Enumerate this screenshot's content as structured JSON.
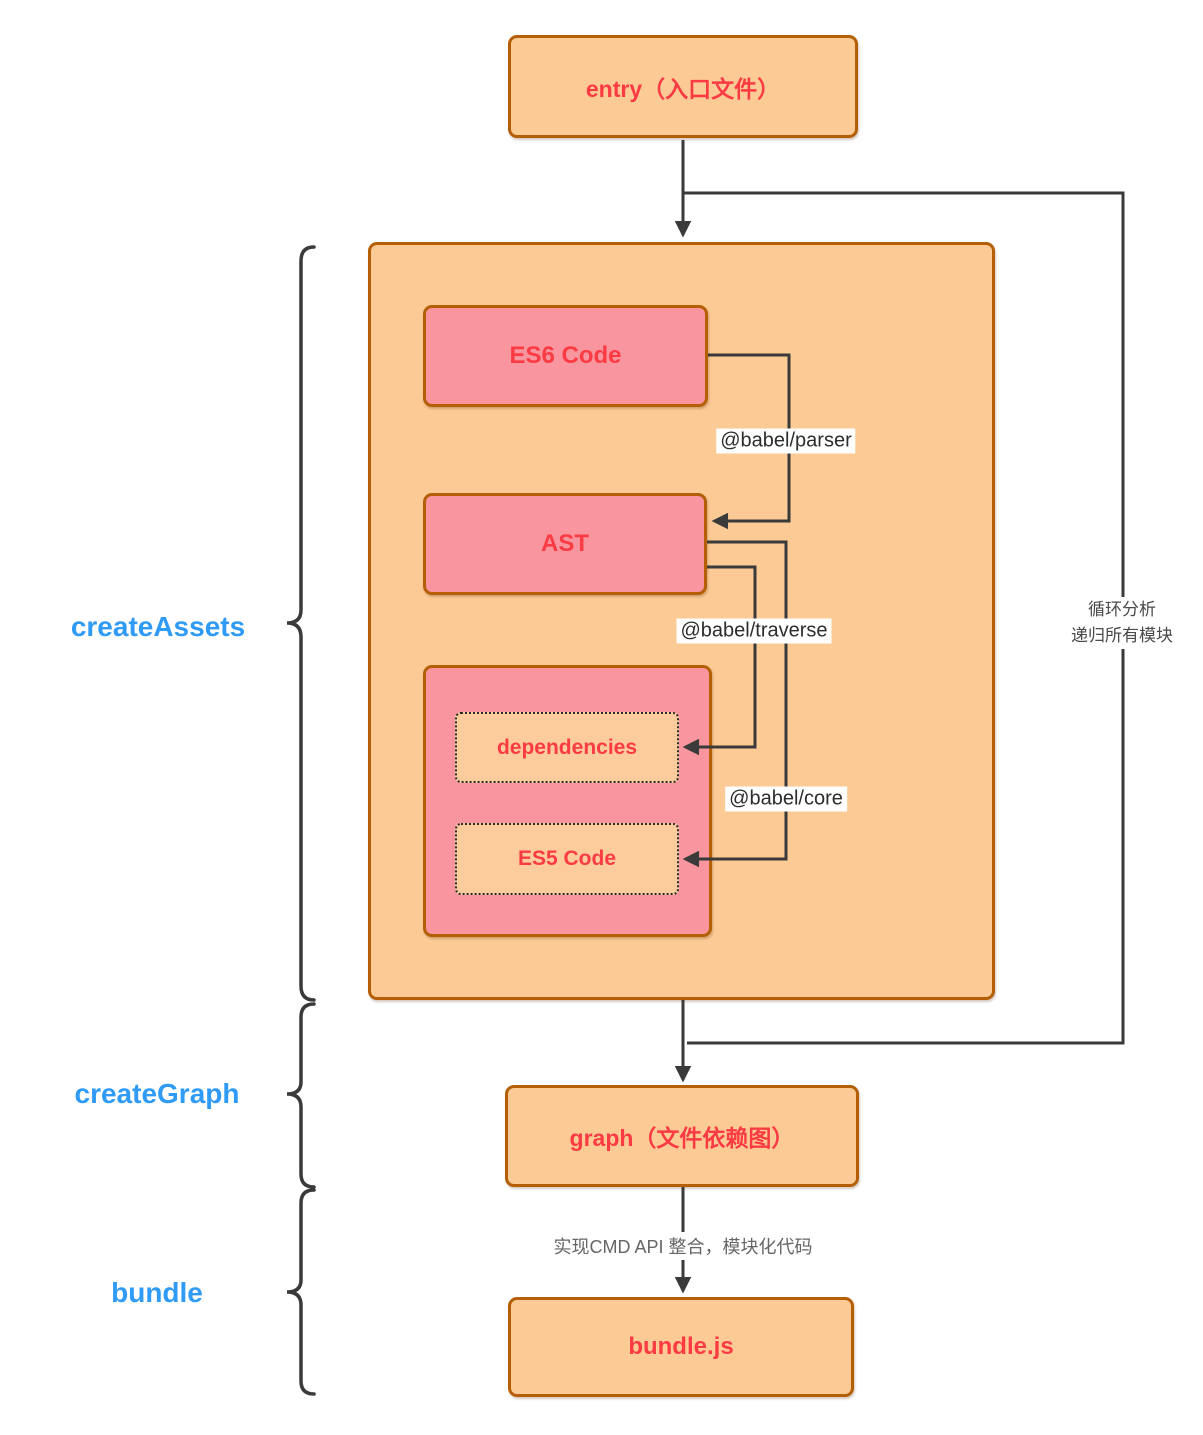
{
  "diagram": {
    "nodes": {
      "entry": {
        "label": "entry（入口文件）"
      },
      "es6": {
        "label": "ES6 Code"
      },
      "ast": {
        "label": "AST"
      },
      "dependencies": {
        "label": "dependencies"
      },
      "es5": {
        "label": "ES5 Code"
      },
      "graph": {
        "label": "graph（文件依赖图）"
      },
      "bundle_js": {
        "label": "bundle.js"
      }
    },
    "edge_labels": {
      "parser": "@babel/parser",
      "traverse": "@babel/traverse",
      "core": "@babel/core",
      "loop_line1": "循环分析",
      "loop_line2": "递归所有模块",
      "cmd_note": "实现CMD API 整合，模块化代码"
    },
    "stages": {
      "create_assets": "createAssets",
      "create_graph": "createGraph",
      "bundle": "bundle"
    },
    "colors": {
      "box_fill_orange": "#FCCA94",
      "box_border": "#B45F06",
      "box_fill_pink": "#F9959E",
      "dashed_fill": "#FCCC9C",
      "text_red": "#FB3B44",
      "text_blue": "#2F9BF6",
      "line": "#3A3A3A",
      "note_gray": "#666666"
    }
  }
}
